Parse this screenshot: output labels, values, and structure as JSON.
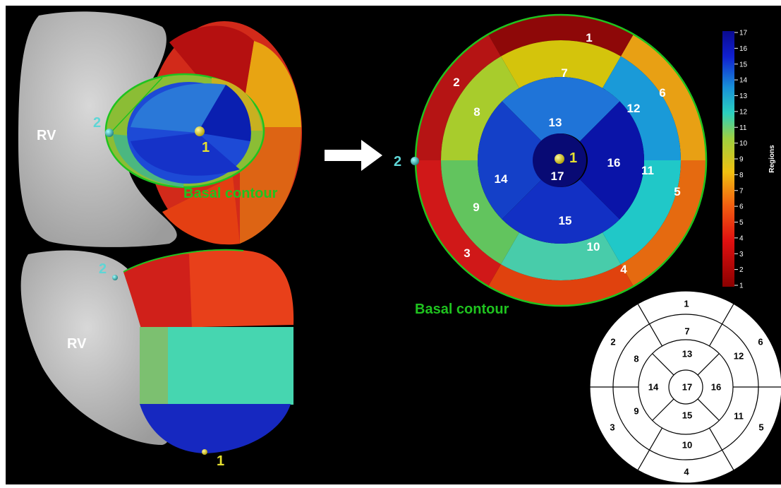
{
  "left_top": {
    "rv_label": "RV",
    "landmark_2": "2",
    "landmark_1": "1",
    "basal_contour_label": "Basal contour"
  },
  "left_bottom": {
    "rv_label": "RV",
    "landmark_2": "2",
    "landmark_1": "1"
  },
  "bullseye": {
    "landmark_2": "2",
    "landmark_1": "1",
    "basal_contour_label": "Basal contour",
    "segments": [
      "1",
      "2",
      "3",
      "4",
      "5",
      "6",
      "7",
      "8",
      "9",
      "10",
      "11",
      "12",
      "13",
      "14",
      "15",
      "16",
      "17"
    ]
  },
  "colorbar": {
    "title": "Regions",
    "ticks": [
      "17",
      "16",
      "15",
      "14",
      "13",
      "12",
      "11",
      "10",
      "9",
      "8",
      "7",
      "6",
      "5",
      "4",
      "3",
      "2",
      "1"
    ]
  },
  "schematic": {
    "segments": [
      "1",
      "2",
      "3",
      "4",
      "5",
      "6",
      "7",
      "8",
      "9",
      "10",
      "11",
      "12",
      "13",
      "14",
      "15",
      "16",
      "17"
    ]
  },
  "colors": {
    "landmark_1": "#e6e030",
    "landmark_2": "#5fd6d6",
    "contour": "#1fc31f",
    "background": "#000000"
  }
}
